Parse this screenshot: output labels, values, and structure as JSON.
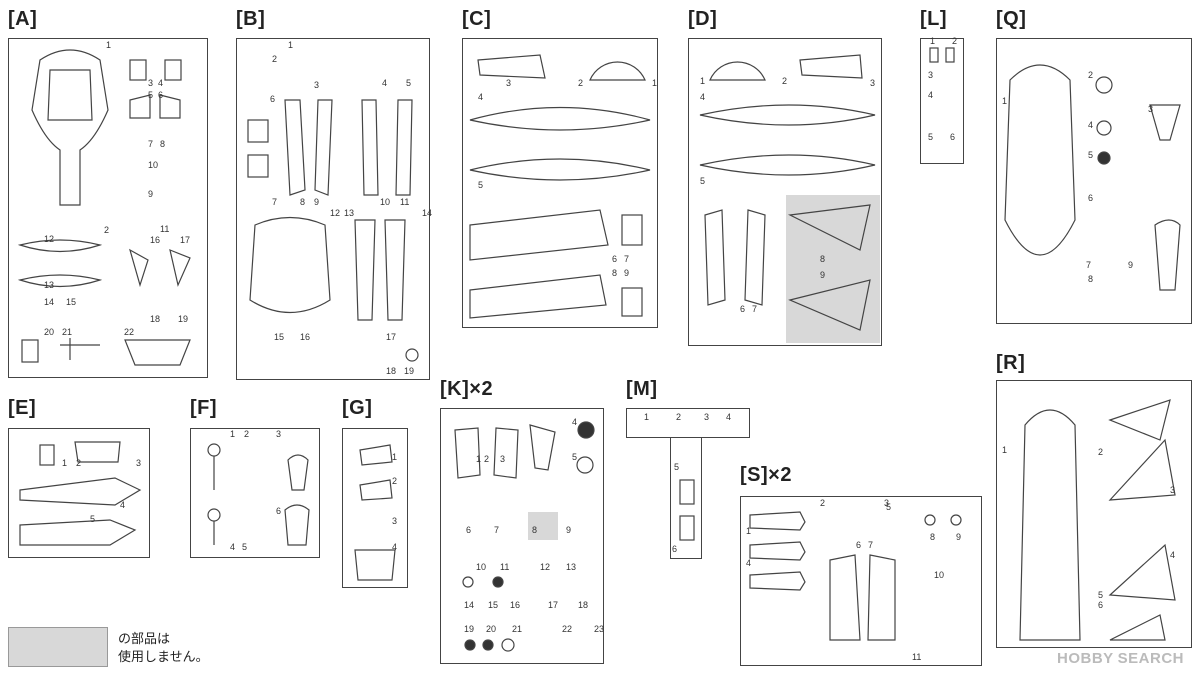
{
  "sprues": [
    {
      "id": "A",
      "label": "[A]",
      "numbers": [
        "1",
        "2",
        "3",
        "4",
        "5",
        "6",
        "7",
        "8",
        "9",
        "10",
        "11",
        "12",
        "13",
        "14",
        "15",
        "16",
        "17",
        "18",
        "19",
        "20",
        "21",
        "22"
      ]
    },
    {
      "id": "B",
      "label": "[B]",
      "numbers": [
        "1",
        "2",
        "3",
        "4",
        "5",
        "6",
        "7",
        "8",
        "9",
        "10",
        "11",
        "12",
        "13",
        "14",
        "15",
        "16",
        "17",
        "18",
        "19"
      ]
    },
    {
      "id": "C",
      "label": "[C]",
      "numbers": [
        "1",
        "2",
        "3",
        "4",
        "5",
        "6",
        "7",
        "8",
        "9"
      ]
    },
    {
      "id": "D",
      "label": "[D]",
      "numbers": [
        "1",
        "2",
        "3",
        "4",
        "5",
        "6",
        "7",
        "8",
        "9"
      ]
    },
    {
      "id": "L",
      "label": "[L]",
      "numbers": [
        "1",
        "2",
        "3",
        "4",
        "5",
        "6"
      ]
    },
    {
      "id": "Q",
      "label": "[Q]",
      "numbers": [
        "1",
        "2",
        "3",
        "4",
        "5",
        "6",
        "7",
        "8",
        "9"
      ]
    },
    {
      "id": "E",
      "label": "[E]",
      "numbers": [
        "1",
        "2",
        "3",
        "4",
        "5"
      ]
    },
    {
      "id": "F",
      "label": "[F]",
      "numbers": [
        "1",
        "2",
        "3",
        "4",
        "5",
        "6"
      ]
    },
    {
      "id": "G",
      "label": "[G]",
      "numbers": [
        "1",
        "2",
        "3",
        "4"
      ]
    },
    {
      "id": "K",
      "label": "[K]×2",
      "numbers": [
        "1",
        "2",
        "3",
        "4",
        "5",
        "6",
        "7",
        "8",
        "9",
        "10",
        "11",
        "12",
        "13",
        "14",
        "15",
        "16",
        "17",
        "18",
        "19",
        "20",
        "21",
        "22",
        "23"
      ]
    },
    {
      "id": "M",
      "label": "[M]",
      "numbers": [
        "1",
        "2",
        "3",
        "4",
        "5",
        "6"
      ]
    },
    {
      "id": "S",
      "label": "[S]×2",
      "numbers": [
        "1",
        "2",
        "3",
        "4",
        "5",
        "6",
        "7",
        "8",
        "9",
        "10",
        "11"
      ]
    },
    {
      "id": "R",
      "label": "[R]",
      "numbers": [
        "1",
        "2",
        "3",
        "4",
        "5",
        "6"
      ]
    }
  ],
  "note": {
    "line1": "の部品は",
    "line2": "使用しません。"
  },
  "watermark": {
    "brand": "HOBBY",
    "word": "SEARCH"
  },
  "colors": {
    "unused_fill": "#d8d8d8",
    "line": "#444444"
  }
}
